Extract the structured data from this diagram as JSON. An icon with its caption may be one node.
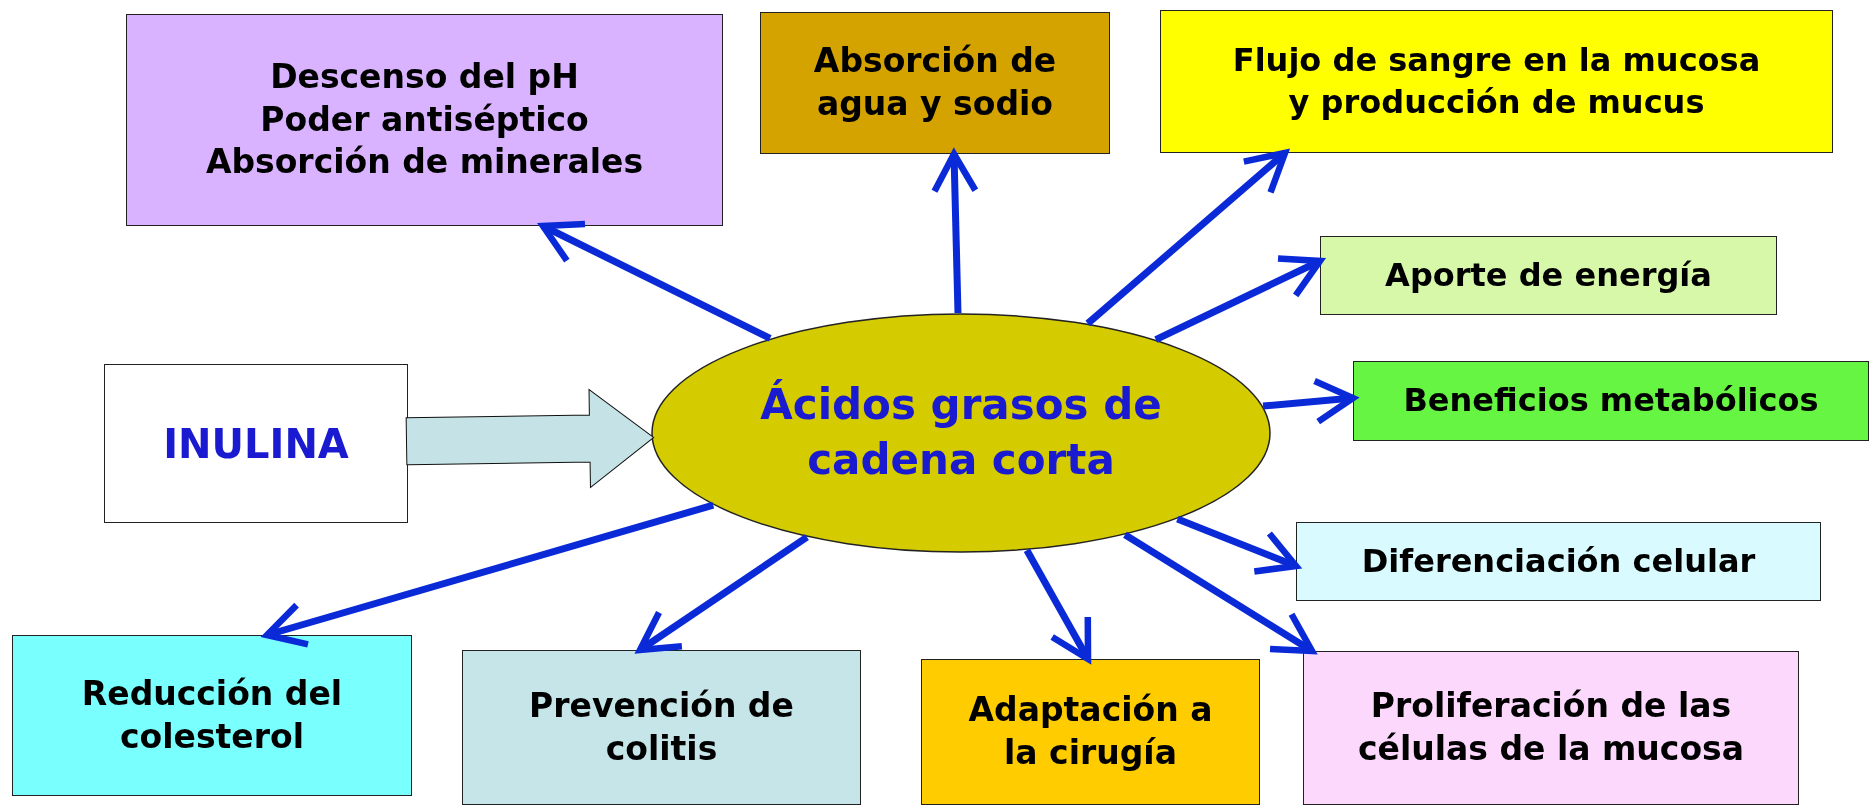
{
  "diagram": {
    "nodes": [
      {
        "text": [
          "Descenso del pH",
          "Poder antiséptico",
          "Absorción de minerales"
        ]
      },
      {
        "text": [
          "Absorción de agua y sodio"
        ]
      },
      {
        "text": [
          "Flujo de sangre en la mucosa y producción de mucus"
        ]
      },
      {
        "text": [
          "Aporte de energía"
        ]
      },
      {
        "text": [
          "INULINA"
        ]
      },
      {
        "text": [
          "Ácidos grasos de cadena corta"
        ]
      },
      {
        "text": [
          "Beneficios metabólicos"
        ]
      },
      {
        "text": [
          "Diferenciación celular"
        ]
      },
      {
        "text": [
          "Reducción del colesterol"
        ]
      },
      {
        "text": [
          "Prevención de colitis"
        ]
      },
      {
        "text": [
          "Adaptación a la cirugía"
        ]
      },
      {
        "text": [
          "Proliferación de las células de la mucosa"
        ]
      }
    ],
    "edges": [
      {
        "from": 4,
        "to": 5,
        "arrow": "to",
        "style": "thick",
        "color": "#c5e3e6"
      },
      {
        "from": 5,
        "to": 0,
        "arrow": "to"
      },
      {
        "from": 5,
        "to": 1,
        "arrow": "to"
      },
      {
        "from": 5,
        "to": 2,
        "arrow": "to"
      },
      {
        "from": 5,
        "to": 3,
        "arrow": "to"
      },
      {
        "from": 5,
        "to": 6,
        "arrow": "to"
      },
      {
        "from": 5,
        "to": 7,
        "arrow": "to"
      },
      {
        "from": 5,
        "to": 8,
        "arrow": "to"
      },
      {
        "from": 5,
        "to": 9,
        "arrow": "to"
      },
      {
        "from": 5,
        "to": 10,
        "arrow": "to"
      },
      {
        "from": 5,
        "to": 11,
        "arrow": "to"
      }
    ]
  }
}
